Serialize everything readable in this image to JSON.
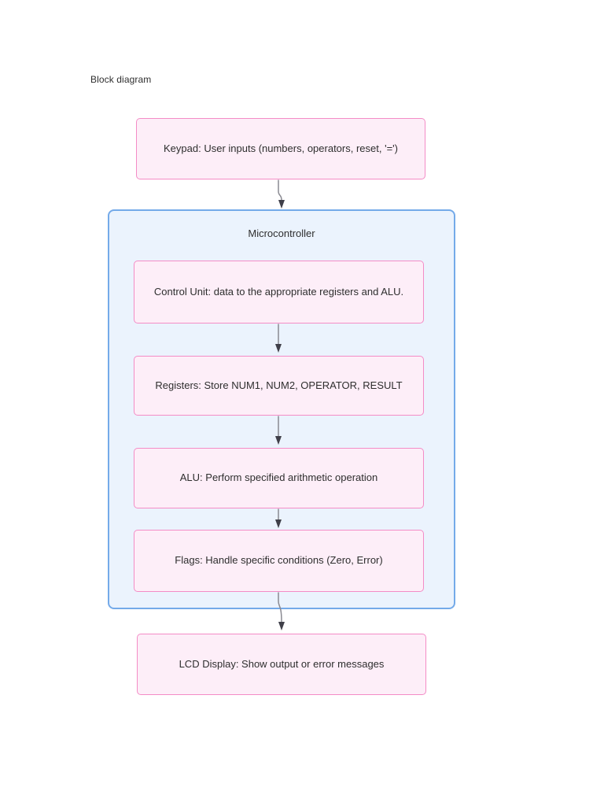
{
  "page": {
    "title": "Block diagram",
    "background": "#ffffff"
  },
  "diagram": {
    "type": "flowchart-block-diagram",
    "colors": {
      "node_fill": "#fdeef8",
      "node_border": "#f48cc6",
      "container_fill": "#ebf3fd",
      "container_border": "#74aae9",
      "text": "#2e2e2e",
      "arrow_line": "#8a8a92",
      "arrow_head": "#3f3f49"
    },
    "container": {
      "label": "Microcontroller",
      "contains": [
        "control_unit",
        "registers",
        "alu",
        "flags"
      ]
    },
    "nodes": {
      "keypad": {
        "label": "Keypad: User inputs (numbers, operators, reset, '=')"
      },
      "control_unit": {
        "label": "Control Unit: data to the appropriate registers and ALU."
      },
      "registers": {
        "label": "Registers: Store NUM1, NUM2, OPERATOR, RESULT"
      },
      "alu": {
        "label": "ALU: Perform specified arithmetic operation"
      },
      "flags": {
        "label": "Flags: Handle specific conditions (Zero, Error)"
      },
      "lcd": {
        "label": "LCD Display: Show output or error messages"
      }
    },
    "edges": [
      {
        "from": "keypad",
        "to": "microcontroller"
      },
      {
        "from": "control_unit",
        "to": "registers"
      },
      {
        "from": "registers",
        "to": "alu"
      },
      {
        "from": "alu",
        "to": "flags"
      },
      {
        "from": "flags",
        "to": "lcd"
      }
    ]
  }
}
